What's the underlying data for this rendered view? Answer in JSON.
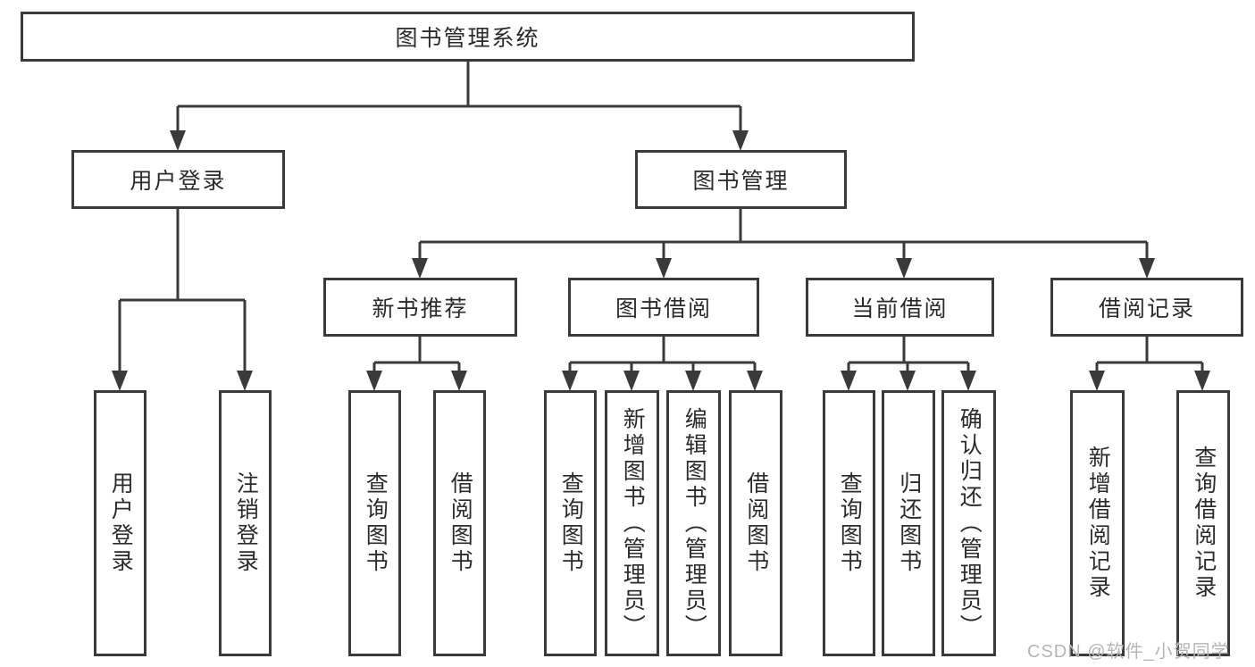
{
  "tree": {
    "label": "图书管理系统",
    "children": [
      {
        "label": "用户登录",
        "children": [
          {
            "label": "用户登录"
          },
          {
            "label": "注销登录"
          }
        ]
      },
      {
        "label": "图书管理",
        "children": [
          {
            "label": "新书推荐",
            "children": [
              {
                "label": "查询图书"
              },
              {
                "label": "借阅图书"
              }
            ]
          },
          {
            "label": "图书借阅",
            "children": [
              {
                "label": "查询图书"
              },
              {
                "label": "新增图书（管理员）"
              },
              {
                "label": "编辑图书（管理员）"
              },
              {
                "label": "借阅图书"
              }
            ]
          },
          {
            "label": "当前借阅",
            "children": [
              {
                "label": "查询图书"
              },
              {
                "label": "归还图书"
              },
              {
                "label": "确认归还（管理员）"
              }
            ]
          },
          {
            "label": "借阅记录",
            "children": [
              {
                "label": "新增借阅记录"
              },
              {
                "label": "查询借阅记录"
              }
            ]
          }
        ]
      }
    ]
  },
  "watermark": {
    "text": "CSDN @软件_小贺同学"
  },
  "colors": {
    "line": "#3a3a3a",
    "box_border": "#3a3a3a",
    "text": "#2b2b2b",
    "watermark": "#b5b5b5",
    "background": "#ffffff"
  }
}
